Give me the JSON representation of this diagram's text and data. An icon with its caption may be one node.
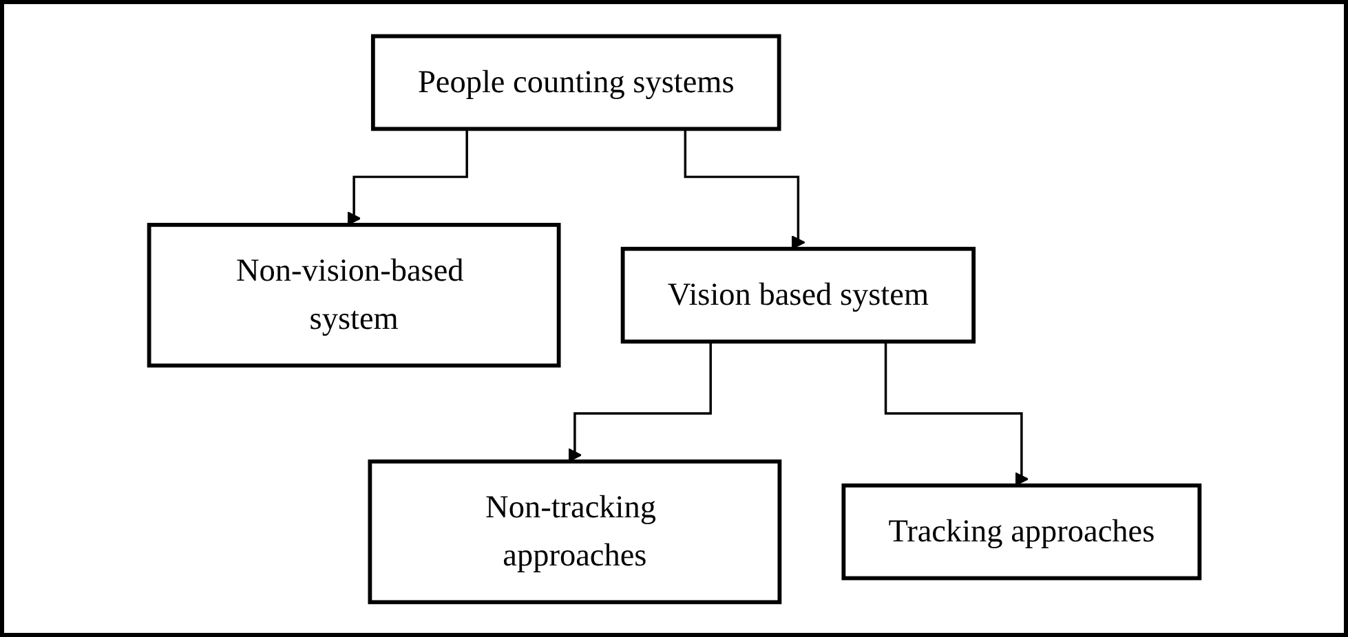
{
  "diagram": {
    "nodes": [
      {
        "text": [
          "People counting systems"
        ]
      },
      {
        "text": [
          "Non-vision-based system"
        ]
      },
      {
        "text": [
          "Vision based system"
        ]
      },
      {
        "text": [
          "Non-tracking approaches"
        ]
      },
      {
        "text": [
          "Tracking approaches"
        ]
      }
    ],
    "edges": [
      {
        "from": 0,
        "to": 1,
        "arrow": "to"
      },
      {
        "from": 0,
        "to": 2,
        "arrow": "to"
      },
      {
        "from": 2,
        "to": 3,
        "arrow": "to"
      },
      {
        "from": 2,
        "to": 4,
        "arrow": "to"
      }
    ]
  }
}
